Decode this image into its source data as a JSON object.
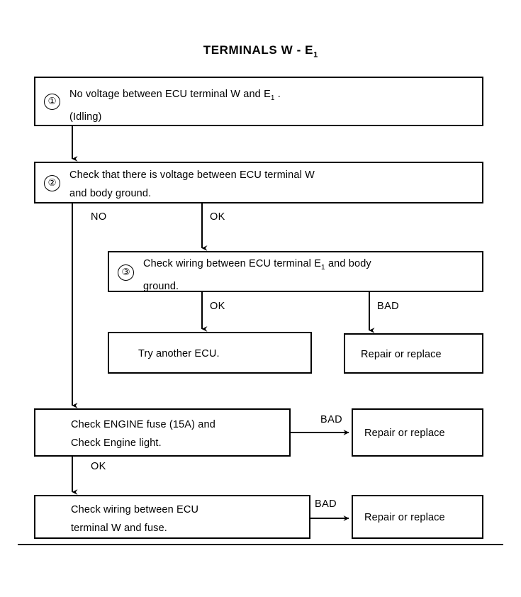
{
  "page": {
    "title_main": "TERMINALS W - E",
    "title_sub": "1"
  },
  "nodes": {
    "step1": {
      "number": "①",
      "line1_a": "No voltage between ECU terminal W and E",
      "line1_sub": "1",
      "line1_b": " .",
      "line2": "(Idling)"
    },
    "step2": {
      "number": "②",
      "line1": "Check that there is voltage between ECU terminal W",
      "line2": "and body ground."
    },
    "step3": {
      "number": "③",
      "line1_a": "Check wiring between ECU terminal E",
      "line1_sub": "1",
      "line1_b": " and body",
      "line2": "ground."
    },
    "try_another_ecu": {
      "label": "Try another ECU."
    },
    "repair_or_replace_1": {
      "label": "Repair or replace"
    },
    "engine_fuse": {
      "line1": "Check  ENGINE  fuse  (15A) and",
      "line2": "Check Engine light."
    },
    "repair_or_replace_2": {
      "label": "Repair or replace"
    },
    "wiring_w_fuse": {
      "line1": "Check wiring between ECU",
      "line2": "terminal W and fuse."
    },
    "repair_or_replace_3": {
      "label": "Repair or replace"
    }
  },
  "edges": {
    "step2_no": "NO",
    "step2_ok": "OK",
    "step3_ok": "OK",
    "step3_bad": "BAD",
    "engine_fuse_bad": "BAD",
    "engine_fuse_ok": "OK",
    "wiring_bad": "BAD"
  },
  "colors": {
    "ink": "#000000",
    "paper": "#ffffff"
  }
}
